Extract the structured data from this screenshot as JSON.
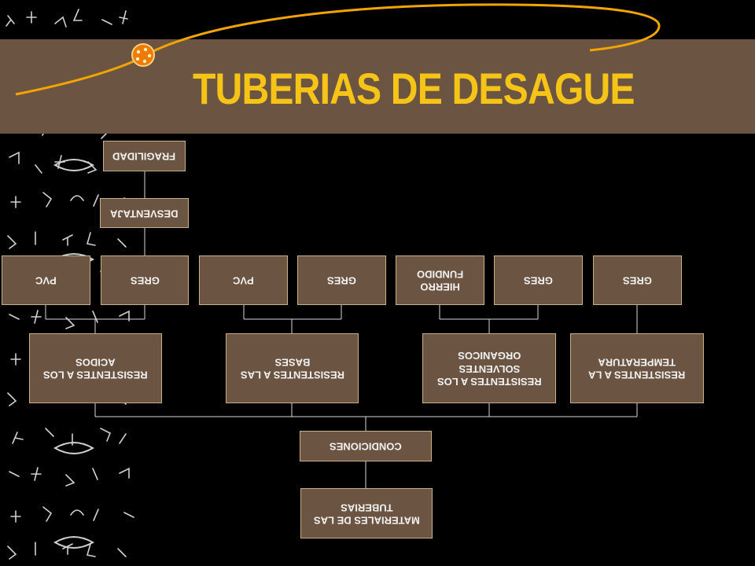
{
  "title": "TUBERIAS DE DESAGUE",
  "colors": {
    "background": "#000000",
    "band": "#6b5542",
    "title": "#f6c417",
    "box_border": "#c7b08a",
    "box_text": "#f2f2f2"
  },
  "diagram": {
    "root": "MATERIALES DE LAS\nTUBERIAS",
    "conditions": "CONDICIONES",
    "categories": {
      "acidos": "RESISTENTES A LOS\nACIDOS",
      "bases": "RESISTENTES A LAS\nBASES",
      "solventes": "RESISTENTES A LOS\nSOLVENTES\nORGANICOS",
      "temperatura": "RESISTENTES A LA\nTEMPERATURA"
    },
    "materials": {
      "pvc1": "PVC",
      "gres1": "GRES",
      "pvc2": "PVC",
      "gres2": "GRES",
      "hierro": "HIERRO\nFUNDIDO",
      "gres3": "GRES",
      "gres4": "GRES"
    },
    "desventaja": "DESVENTAJA",
    "fragilidad": "FRAGILIDAD"
  }
}
